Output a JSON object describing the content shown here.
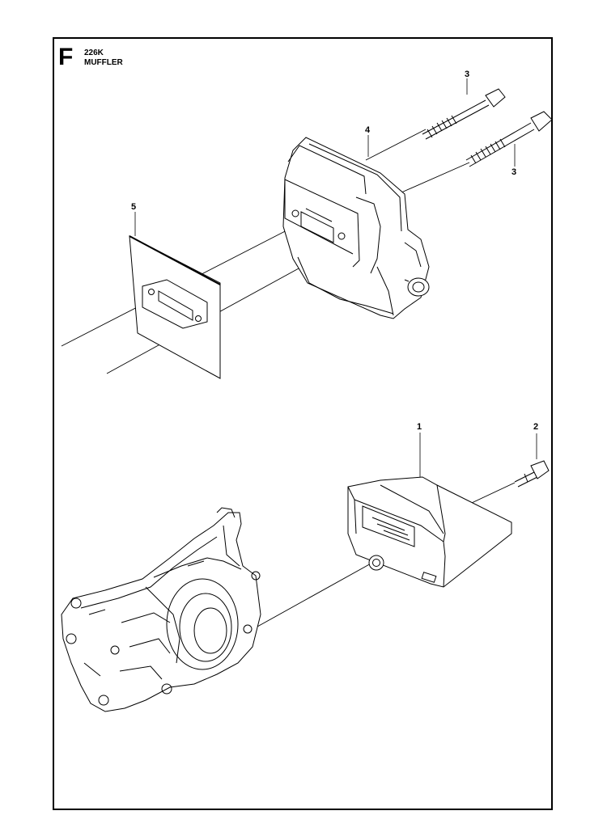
{
  "header": {
    "section_letter": "F",
    "model": "226K",
    "title": "MUFFLER"
  },
  "callouts": {
    "c1": "1",
    "c2": "2",
    "c3a": "3",
    "c3b": "3",
    "c4": "4",
    "c5": "5"
  }
}
